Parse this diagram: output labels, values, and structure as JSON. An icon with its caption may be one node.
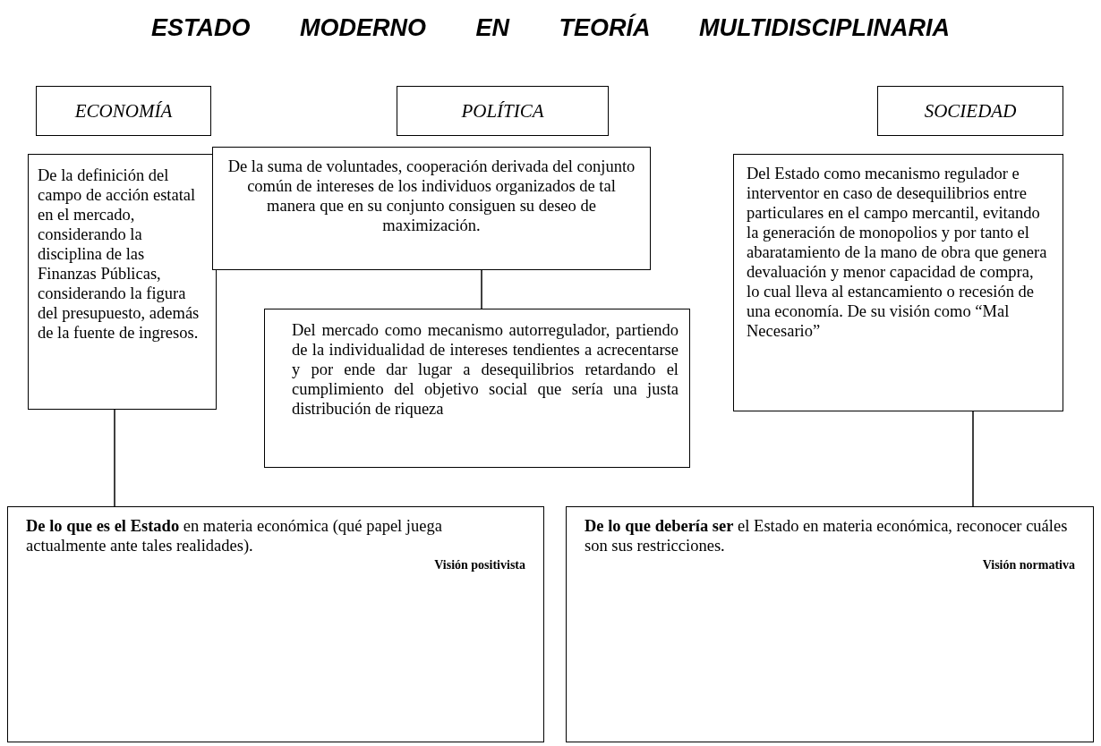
{
  "diagram": {
    "title": "ESTADO MODERNO EN TEORÍA MULTIDISCIPLINARIA",
    "nodes": [
      {
        "text": [
          "ECONOMÍA"
        ]
      },
      {
        "text": [
          "POLÍTICA"
        ]
      },
      {
        "text": [
          "SOCIEDAD"
        ]
      },
      {
        "text": [
          "De la definición del campo de acción estatal en el mercado, considerando la disciplina de las Finanzas Públicas, considerando la figura del presupuesto, además de la fuente de ingresos."
        ]
      },
      {
        "text": [
          "De la suma de voluntades, cooperación derivada del conjunto común de intereses de los individuos organizados de tal manera que en su conjunto consiguen su deseo de maximización."
        ]
      },
      {
        "text": [
          "Del mercado como mecanismo autorregulador, partiendo de la individualidad de intereses tendientes a acrecentarse y por ende dar lugar a desequilibrios retardando el cumplimiento del objetivo social que sería una justa distribución de riqueza"
        ]
      },
      {
        "text": [
          "Del Estado como mecanismo regulador e interventor en caso de desequilibrios entre particulares en el campo mercantil, evitando la generación de monopolios y por tanto el abaratamiento de la mano de obra que genera devaluación y menor capacidad de compra, lo cual lleva al estancamiento o recesión de una economía. De su visión como “Mal Necesario”"
        ]
      },
      {
        "text": [
          "**De lo que es el Estado** en materia económica (qué papel juega actualmente ante tales realidades).",
          "Visión positivista"
        ]
      },
      {
        "text": [
          "**De lo que debería ser** el Estado en materia económica, reconocer cuáles son sus restricciones.",
          "Visión normativa"
        ]
      }
    ],
    "edges": [
      {
        "from": 4,
        "to": 5,
        "arrow": "none"
      },
      {
        "from": 3,
        "to": 7,
        "arrow": "none"
      },
      {
        "from": 6,
        "to": 8,
        "arrow": "none"
      }
    ]
  }
}
